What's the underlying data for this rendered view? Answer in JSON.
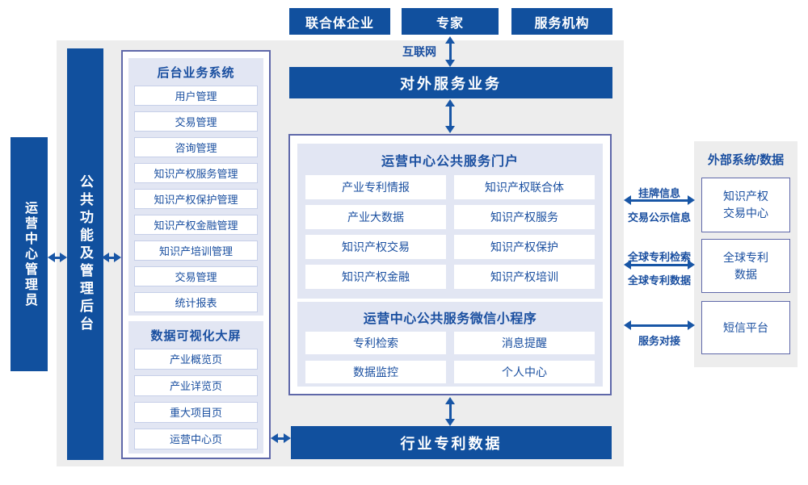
{
  "colors": {
    "dark_blue": "#11509E",
    "lavender": "#E2E6F3",
    "panel_gray": "#EDEDED",
    "box_border": "#5F68A9",
    "text_blue": "#1A4FA0",
    "arrow_blue": "#1856A6"
  },
  "top_actors": {
    "items": [
      "联合体企业",
      "专家",
      "服务机构"
    ]
  },
  "internet_label": "互联网",
  "external_service_bar": "对外服务业务",
  "left": {
    "admin_label": "运营中心管理员",
    "backend_bar_label": "公共功能及管理后台"
  },
  "backend_system": {
    "title": "后台业务系统",
    "items": [
      "用户管理",
      "交易管理",
      "咨询管理",
      "知识产权服务管理",
      "知识产权保护管理",
      "知识产权金融管理",
      "知识产培训管理",
      "交易管理",
      "统计报表"
    ]
  },
  "visualization": {
    "title": "数据可视化大屏",
    "items": [
      "产业概览页",
      "产业详览页",
      "重大项目页",
      "运营中心页"
    ]
  },
  "portal": {
    "title": "运营中心公共服务门户",
    "items": [
      "产业专利情报",
      "知识产权联合体",
      "产业大数据",
      "知识产权服务",
      "知识产权交易",
      "知识产权保护",
      "知识产权金融",
      "知识产权培训"
    ]
  },
  "miniprogram": {
    "title": "运营中心公共服务微信小程序",
    "items": [
      "专利检索",
      "消息提醒",
      "数据监控",
      "个人中心"
    ]
  },
  "industry_patent_bar": "行业专利数据",
  "external_panel": {
    "title": "外部系统/数据",
    "items": [
      "知识产权\n交易中心",
      "全球专利\n数据",
      "短信平台"
    ]
  },
  "link_labels": {
    "listing": "挂牌信息",
    "publicity": "交易公示信息",
    "global_search": "全球专利检索",
    "global_data": "全球专利数据",
    "service": "服务对接"
  }
}
